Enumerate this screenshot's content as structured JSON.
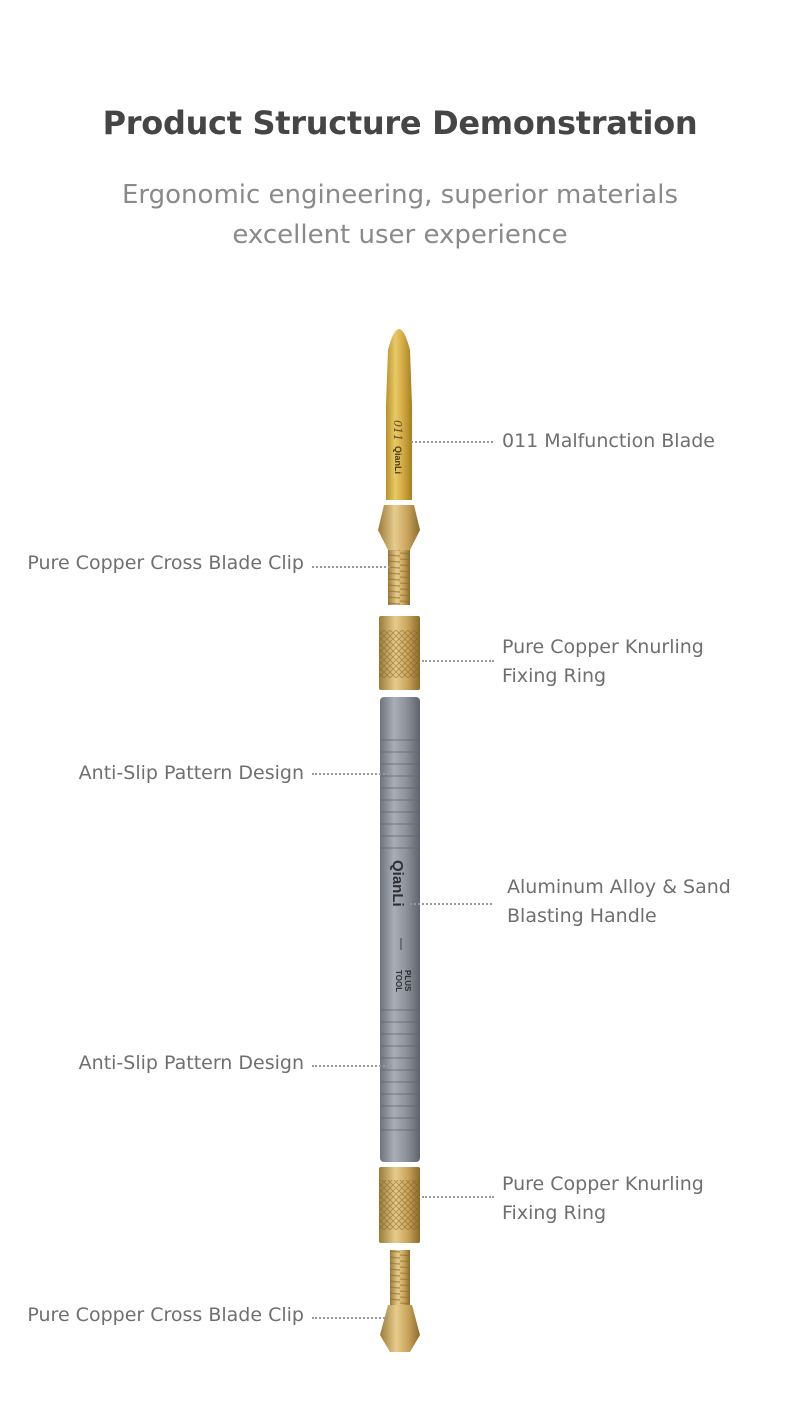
{
  "header": {
    "title": "Product Structure Demonstration",
    "subtitle_line1": "Ergonomic engineering, superior materials",
    "subtitle_line2": "excellent user experience"
  },
  "blade_text": {
    "model": "011",
    "brand": "QianLi"
  },
  "handle_text": {
    "brand": "QianLi",
    "sub_brand_1": "TOOL",
    "sub_brand_2": "PLUS"
  },
  "callouts": {
    "blade": "011 Malfunction Blade",
    "top_clip": "Pure Copper Cross Blade Clip",
    "top_ring_1": "Pure Copper Knurling",
    "top_ring_2": "Fixing Ring",
    "antislip_top": "Anti-Slip Pattern Design",
    "handle_1": "Aluminum Alloy & Sand",
    "handle_2": "Blasting Handle",
    "antislip_bottom": "Anti-Slip Pattern Design",
    "bottom_ring_1": "Pure Copper Knurling",
    "bottom_ring_2": "Fixing Ring",
    "bottom_clip": "Pure Copper Cross Blade Clip"
  },
  "colors": {
    "title": "#454545",
    "subtitle": "#8a8a8a",
    "label": "#6f6f6f",
    "gold": "#d9b24a",
    "copper": "#c8a45a",
    "aluminum": "#8e929b"
  }
}
